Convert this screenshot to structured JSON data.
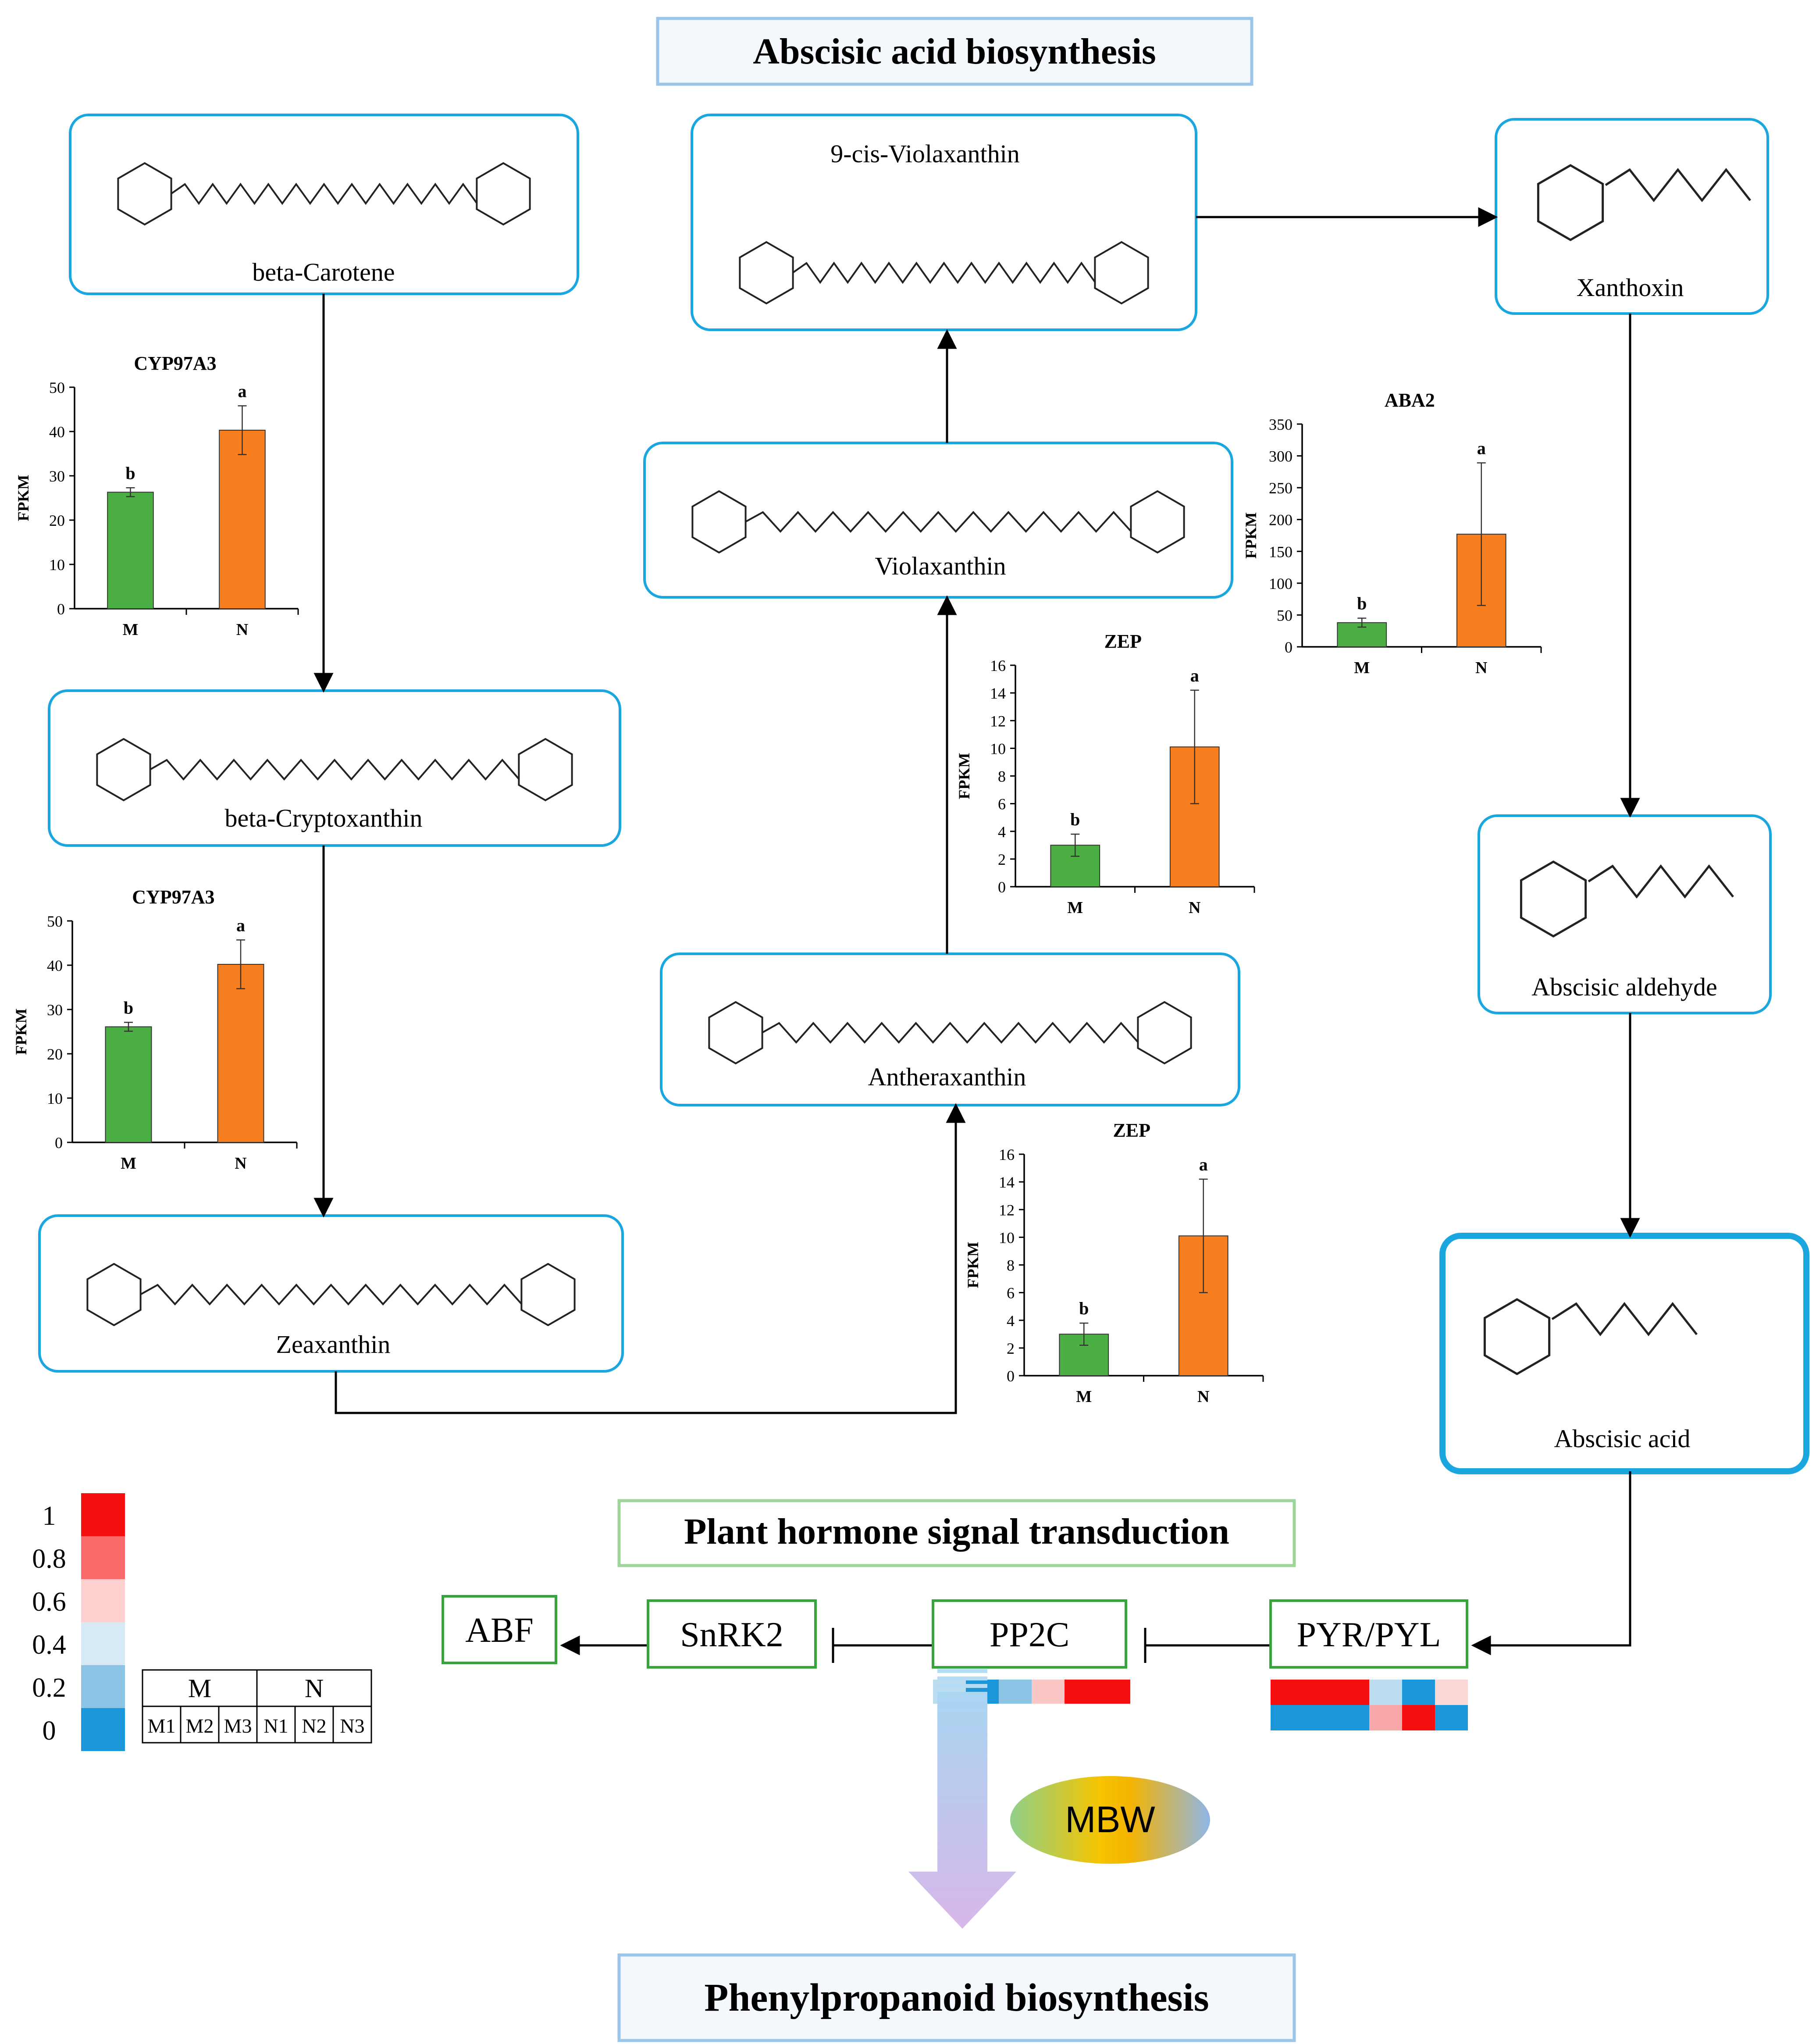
{
  "titles": {
    "aba_biosynthesis": "Abscisic acid biosynthesis",
    "signal_transduction": "Plant hormone signal transduction",
    "phenylpropanoid": "Phenylpropanoid biosynthesis"
  },
  "compounds": {
    "beta_carotene": "beta-Carotene",
    "beta_cryptoxanthin": "beta-Cryptoxanthin",
    "zeaxanthin": "Zeaxanthin",
    "antheraxanthin": "Antheraxanthin",
    "violaxanthin": "Violaxanthin",
    "cis_violaxanthin": "9-cis-Violaxanthin",
    "xanthoxin": "Xanthoxin",
    "abscisic_aldehyde": "Abscisic aldehyde",
    "abscisic_acid": "Abscisic acid"
  },
  "signaling": {
    "abf": "ABF",
    "snrk2": "SnRK2",
    "pp2c": "PP2C",
    "pyr_pyl": "PYR/PYL",
    "mbw": "MBW"
  },
  "colors": {
    "box_blue": "#1aa7e0",
    "title_blue_border": "#9cc5ea",
    "green_border": "#37a33c",
    "bar_m": "#4caf44",
    "bar_n": "#f77f1f",
    "heat_red": "#ff0000",
    "heat_blue": "#1b96d8"
  },
  "legend": {
    "scale_labels": [
      "1",
      "0.8",
      "0.6",
      "0.4",
      "0.2",
      "0"
    ],
    "scale_colors": [
      "#f50f0f",
      "#fa6a6a",
      "#fdd0d0",
      "#d6eaf6",
      "#8cc4e6",
      "#1b96d8"
    ],
    "group_headers": [
      "M",
      "N"
    ],
    "samples": [
      "M1",
      "M2",
      "M3",
      "N1",
      "N2",
      "N3"
    ]
  },
  "heatmaps": {
    "pp2c": [
      [
        "#bcdcf0",
        "#1b96d8",
        "#8cc4e6",
        "#fbc6c6",
        "#f50f0f",
        "#f50f0f"
      ]
    ],
    "pyr_pyl": [
      [
        "#f50f0f",
        "#f50f0f",
        "#f50f0f",
        "#bcdcf0",
        "#1b96d8",
        "#fdd6d6"
      ],
      [
        "#1b96d8",
        "#1b96d8",
        "#1b96d8",
        "#f8a8a8",
        "#f50f0f",
        "#1b96d8"
      ]
    ]
  },
  "chart_data": [
    {
      "type": "bar",
      "title": "CYP97A3",
      "ylabel": "FPKM",
      "xlabel": "",
      "categories": [
        "M",
        "N"
      ],
      "values": [
        26.3,
        40.3
      ],
      "errors": [
        1.0,
        5.5
      ],
      "letters": [
        "b",
        "a"
      ],
      "ylim": [
        0,
        50
      ],
      "ticks": [
        0,
        10,
        20,
        30,
        40,
        50
      ]
    },
    {
      "type": "bar",
      "title": "CYP97A3",
      "ylabel": "FPKM",
      "xlabel": "",
      "categories": [
        "M",
        "N"
      ],
      "values": [
        26.1,
        40.2
      ],
      "errors": [
        1.0,
        5.5
      ],
      "letters": [
        "b",
        "a"
      ],
      "ylim": [
        0,
        50
      ],
      "ticks": [
        0,
        10,
        20,
        30,
        40,
        50
      ]
    },
    {
      "type": "bar",
      "title": "ZEP",
      "ylabel": "FPKM",
      "xlabel": "",
      "categories": [
        "M",
        "N"
      ],
      "values": [
        3.0,
        10.1
      ],
      "errors": [
        0.8,
        4.1
      ],
      "letters": [
        "b",
        "a"
      ],
      "ylim": [
        0,
        16
      ],
      "ticks": [
        0,
        2,
        4,
        6,
        8,
        10,
        12,
        14,
        16
      ]
    },
    {
      "type": "bar",
      "title": "ZEP",
      "ylabel": "FPKM",
      "xlabel": "",
      "categories": [
        "M",
        "N"
      ],
      "values": [
        3.0,
        10.1
      ],
      "errors": [
        0.8,
        4.1
      ],
      "letters": [
        "b",
        "a"
      ],
      "ylim": [
        0,
        16
      ],
      "ticks": [
        0,
        2,
        4,
        6,
        8,
        10,
        12,
        14,
        16
      ]
    },
    {
      "type": "bar",
      "title": "ABA2",
      "ylabel": "FPKM",
      "xlabel": "",
      "categories": [
        "M",
        "N"
      ],
      "values": [
        38,
        177
      ],
      "errors": [
        7,
        112
      ],
      "letters": [
        "b",
        "a"
      ],
      "ylim": [
        0,
        350
      ],
      "ticks": [
        0,
        50,
        100,
        150,
        200,
        250,
        300,
        350
      ]
    }
  ]
}
